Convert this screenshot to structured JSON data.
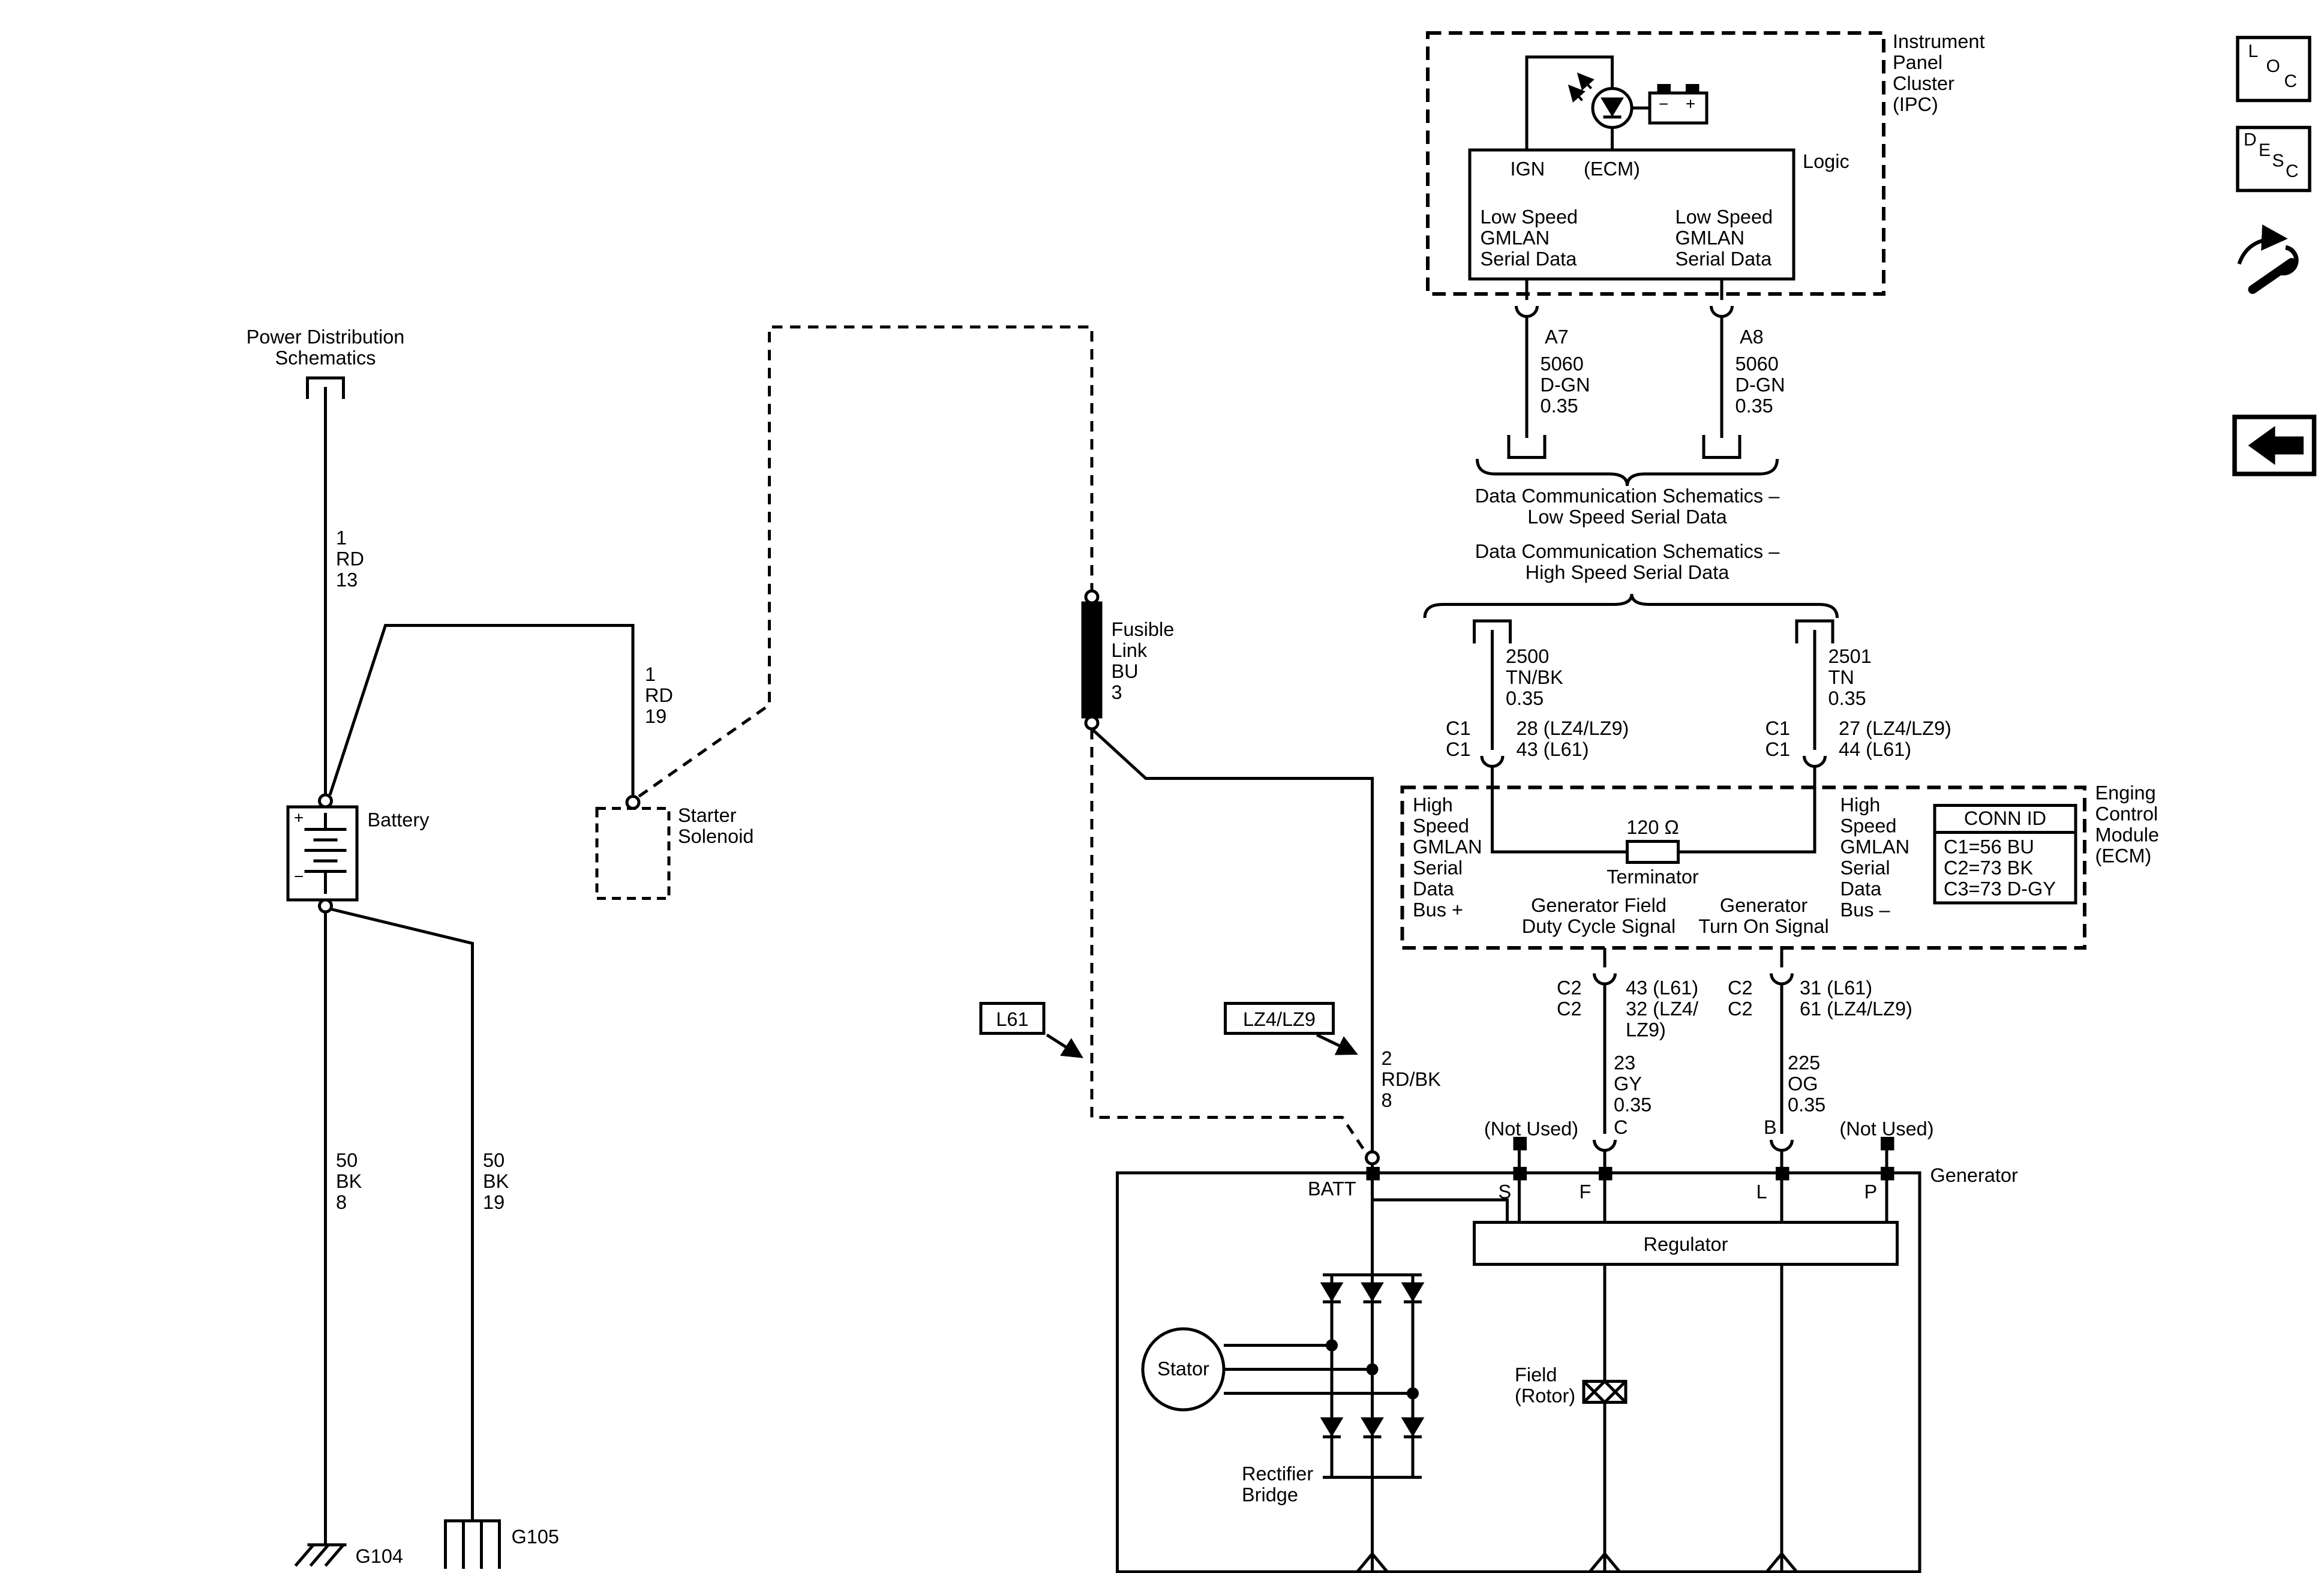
{
  "left": {
    "power_dist": "Power Distribution\nSchematics",
    "wire_1_rd_13": "1\nRD\n13",
    "battery": "Battery",
    "plus": "+",
    "minus": "−",
    "wire_1_rd_19": "1\nRD\n19",
    "starter_solenoid": "Starter\nSolenoid",
    "wire_50_bk_8": "50\nBK\n8",
    "wire_50_bk_19": "50\nBK\n19",
    "g104": "G104",
    "g105": "G105"
  },
  "middle": {
    "fusible_link": "Fusible\nLink\nBU\n3",
    "l61": "L61",
    "lz4lz9": "LZ4/LZ9",
    "wire_2_rdbk_8": "2\nRD/BK\n8"
  },
  "ipc": {
    "title": "Instrument\nPanel\nCluster\n(IPC)",
    "logic": "Logic",
    "ign": "IGN",
    "ecm": "(ECM)",
    "low_speed_left": "Low Speed\nGMLAN\nSerial Data",
    "low_speed_right": "Low Speed\nGMLAN\nSerial Data",
    "a7": "A7",
    "a8": "A8",
    "wire_5060_a7": "5060\nD-GN\n0.35",
    "wire_5060_a8": "5060\nD-GN\n0.35",
    "batt_icon_minus": "−",
    "batt_icon_plus": "+",
    "low_speed_caption": "Data Communication Schematics –\nLow Speed Serial Data"
  },
  "high_speed": {
    "caption": "Data Communication Schematics –\nHigh Speed Serial Data",
    "wire_2500": "2500\nTN/BK\n0.35",
    "wire_2501": "2501\nTN\n0.35",
    "c1_left": "C1\nC1",
    "pins_left": "28 (LZ4/LZ9)\n43 (L61)",
    "c1_right": "C1\nC1",
    "pins_right": "27 (LZ4/LZ9)\n44 (L61)"
  },
  "ecm": {
    "title": "Enging\nControl\nModule\n(ECM)",
    "bus_plus": "High\nSpeed\nGMLAN\nSerial\nData\nBus +",
    "bus_minus": "High\nSpeed\nGMLAN\nSerial\nData\nBus –",
    "terminator_value": "120 Ω",
    "terminator": "Terminator",
    "conn_id_title": "CONN ID",
    "conn_rows": [
      "C1=56 BU",
      "C2=73 BK",
      "C3=73 D-GY"
    ],
    "field_duty": "Generator Field\nDuty Cycle Signal",
    "turn_on": "Generator\nTurn On Signal",
    "c2_left": "C2\nC2",
    "pins_c2_left": "43 (L61)\n32 (LZ4/\nLZ9)",
    "c2_right": "C2\nC2",
    "pins_c2_right": "31 (L61)\n61 (LZ4/LZ9)",
    "wire_23_gy": "23\nGY\n0.35",
    "wire_225_og": "225\nOG\n0.35"
  },
  "generator": {
    "label": "Generator",
    "not_used_left": "(Not Used)",
    "term_c": "C",
    "term_b": "B",
    "not_used_right": "(Not Used)",
    "batt": "BATT",
    "s": "S",
    "f": "F",
    "l": "L",
    "p": "P",
    "regulator": "Regulator",
    "stator": "Stator",
    "rectifier": "Rectifier\nBridge",
    "field_rotor": "Field\n(Rotor)"
  },
  "sidebar_tools": {
    "loc": [
      "L",
      "O",
      "C"
    ],
    "desc": [
      "D",
      "E",
      "S",
      "C"
    ]
  }
}
